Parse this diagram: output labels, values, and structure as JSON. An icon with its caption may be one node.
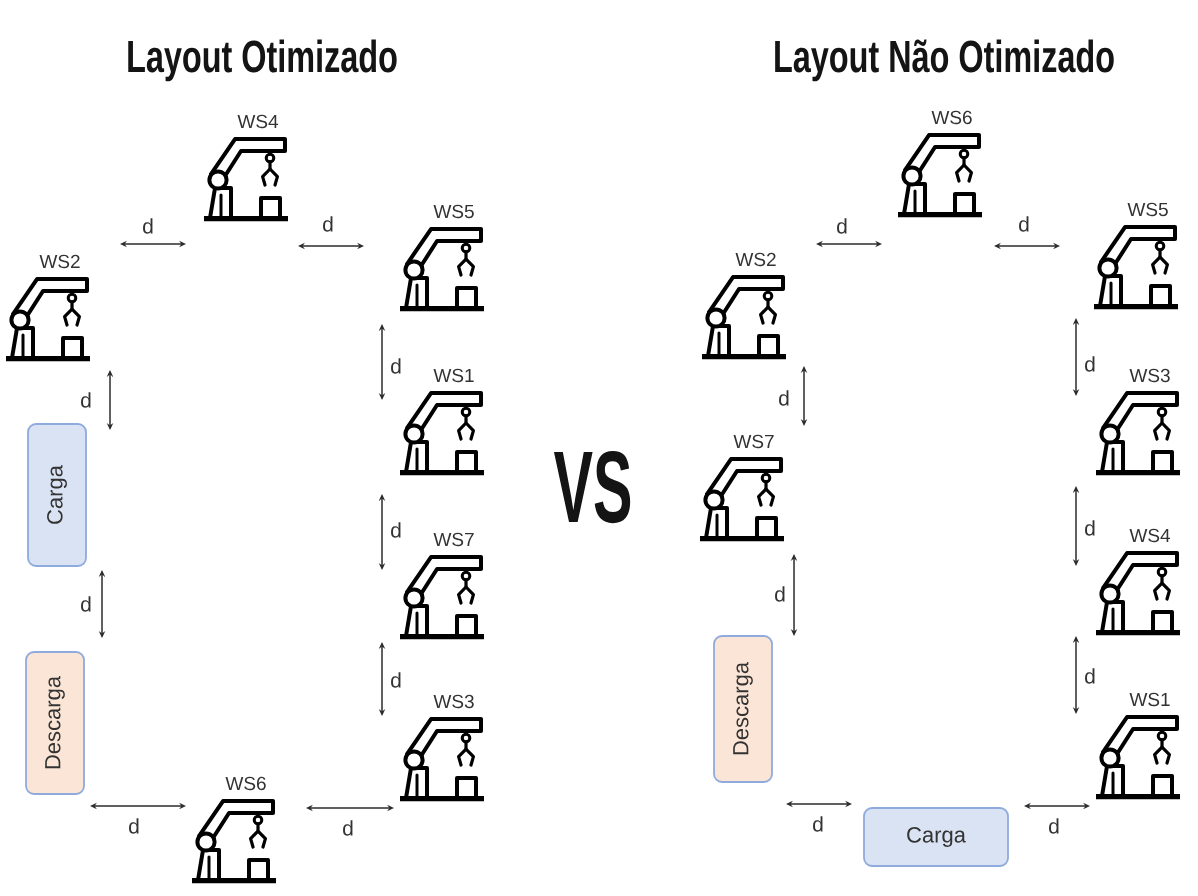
{
  "diagram": {
    "nodes": [
      {
        "text": [
          "WS4"
        ]
      },
      {
        "text": [
          "WS5"
        ]
      },
      {
        "text": [
          "WS2"
        ]
      },
      {
        "text": [
          "WS1"
        ]
      },
      {
        "text": [
          "Carga"
        ]
      },
      {
        "text": [
          "WS7"
        ]
      },
      {
        "text": [
          "Descarga"
        ]
      },
      {
        "text": [
          "WS3"
        ]
      },
      {
        "text": [
          "WS6"
        ]
      },
      {
        "text": [
          "WS6"
        ]
      },
      {
        "text": [
          "WS5"
        ]
      },
      {
        "text": [
          "WS2"
        ]
      },
      {
        "text": [
          "WS3"
        ]
      },
      {
        "text": [
          "WS7"
        ]
      },
      {
        "text": [
          "WS4"
        ]
      },
      {
        "text": [
          "Descarga"
        ]
      },
      {
        "text": [
          "WS1"
        ]
      },
      {
        "text": [
          "Carga"
        ]
      }
    ],
    "edges": [
      {
        "from": 2,
        "to": 0,
        "arrow": "both",
        "label": "d"
      },
      {
        "from": 0,
        "to": 1,
        "arrow": "both",
        "label": "d"
      },
      {
        "from": 2,
        "to": 4,
        "arrow": "both",
        "label": "d"
      },
      {
        "from": 1,
        "to": 3,
        "arrow": "both",
        "label": "d"
      },
      {
        "from": 3,
        "to": 5,
        "arrow": "both",
        "label": "d"
      },
      {
        "from": 4,
        "to": 6,
        "arrow": "both",
        "label": "d"
      },
      {
        "from": 5,
        "to": 7,
        "arrow": "both",
        "label": "d"
      },
      {
        "from": 6,
        "to": 8,
        "arrow": "both",
        "label": "d"
      },
      {
        "from": 8,
        "to": 7,
        "arrow": "both",
        "label": "d"
      },
      {
        "from": 11,
        "to": 9,
        "arrow": "both",
        "label": "d"
      },
      {
        "from": 9,
        "to": 10,
        "arrow": "both",
        "label": "d"
      },
      {
        "from": 11,
        "to": 13,
        "arrow": "both",
        "label": "d"
      },
      {
        "from": 10,
        "to": 12,
        "arrow": "both",
        "label": "d"
      },
      {
        "from": 13,
        "to": 15,
        "arrow": "both",
        "label": "d"
      },
      {
        "from": 12,
        "to": 14,
        "arrow": "both",
        "label": "d"
      },
      {
        "from": 14,
        "to": 16,
        "arrow": "both",
        "label": "d"
      },
      {
        "from": 15,
        "to": 17,
        "arrow": "both",
        "label": "d"
      },
      {
        "from": 17,
        "to": 16,
        "arrow": "both",
        "label": "d"
      }
    ],
    "labels": [
      "Layout Otimizado",
      "Layout Não Otimizado",
      "VS"
    ]
  }
}
